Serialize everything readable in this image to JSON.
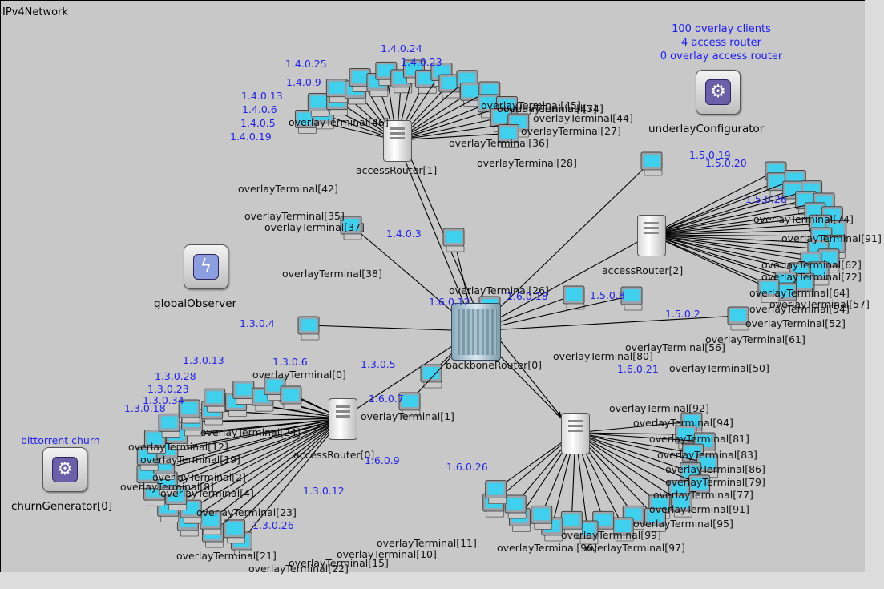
{
  "network_title": "IPv4Network",
  "info": {
    "line1": "100 overlay clients",
    "line2": "4 access router",
    "line3": "0 overlay access router"
  },
  "modules": {
    "underlay_configurator": "underlayConfigurator",
    "global_observer": "globalObserver",
    "churn_generator": "churnGenerator[0]",
    "churn_caption": "bittorrent churn"
  },
  "routers": {
    "access_router_1": "accessRouter[1]",
    "access_router_2": "accessRouter[2]",
    "access_router_0": "accessRouter[0]",
    "backbone_router_0": "backboneRouter[0]"
  },
  "terminals": [
    "overlayTerminal[47]",
    "overlayTerminal[34]",
    "overlayTerminal[44]",
    "overlayTerminal[27]",
    "overlayTerminal[36]",
    "overlayTerminal[46]",
    "overlayTerminal[45]",
    "overlayTerminal[42]",
    "overlayTerminal[35]",
    "overlayTerminal[37]",
    "overlayTerminal[38]",
    "overlayTerminal[26]",
    "overlayTerminal[28]",
    "overlayTerminal[74]",
    "overlayTerminal[91]",
    "overlayTerminal[62]",
    "overlayTerminal[72]",
    "overlayTerminal[64]",
    "overlayTerminal[57]",
    "overlayTerminal[54]",
    "overlayTerminal[52]",
    "overlayTerminal[61]",
    "overlayTerminal[56]",
    "overlayTerminal[50]",
    "overlayTerminal[0]",
    "overlayTerminal[1]",
    "overlayTerminal[80]",
    "overlayTerminal[92]",
    "overlayTerminal[94]",
    "overlayTerminal[81]",
    "overlayTerminal[83]",
    "overlayTerminal[86]",
    "overlayTerminal[79]",
    "overlayTerminal[77]",
    "overlayTerminal[91]",
    "overlayTerminal[95]",
    "overlayTerminal[99]",
    "overlayTerminal[97]",
    "overlayTerminal[96]",
    "overlayTerminal[11]",
    "overlayTerminal[10]",
    "overlayTerminal[15]",
    "overlayTerminal[22]",
    "overlayTerminal[21]",
    "overlayTerminal[23]",
    "overlayTerminal[2]",
    "overlayTerminal[4]",
    "overlayTerminal[12]",
    "overlayTerminal[19]",
    "overlayTerminal[24]",
    "overlayTerminal[8]"
  ],
  "ips": [
    "1.4.0.24",
    "1.4.0.23",
    "1.4.0.25",
    "1.4.0.9",
    "1.4.0.13",
    "1.4.0.6",
    "1.4.0.5",
    "1.4.0.19",
    "1.4.0.3",
    "1.5.0.26",
    "1.5.0.2",
    "1.5.0.19",
    "1.5.0.20",
    "1.5.0.8",
    "1.6.0.12",
    "1.6.0.18",
    "1.3.0.4",
    "1.3.0.5",
    "1.3.0.6",
    "1.3.0.13",
    "1.3.0.28",
    "1.3.0.23",
    "1.3.0.18",
    "1.3.0.34",
    "1.3.0.26",
    "1.3.0.12",
    "1.6.0.9",
    "1.6.0.26",
    "1.6.0.21",
    "1.6.0.7"
  ]
}
